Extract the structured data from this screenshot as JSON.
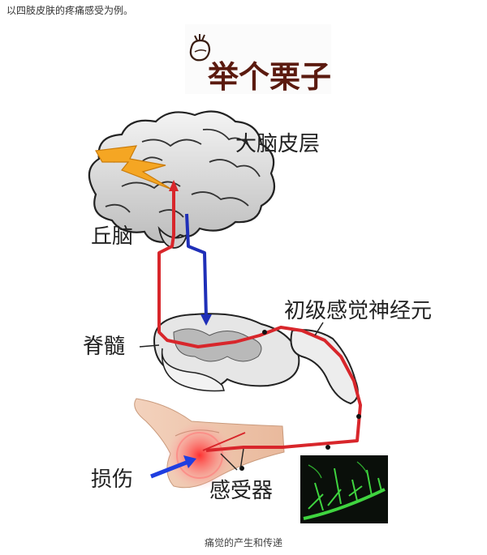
{
  "intro_text": "以四肢皮肤的疼痛感受为例。",
  "banner_text": "举个栗子",
  "labels": {
    "cortex": "大脑皮层",
    "thalamus": "丘脑",
    "neuron": "初级感觉神经元",
    "spinal_cord": "脊髓",
    "injury": "损伤",
    "receptor": "感受器"
  },
  "caption": "痛觉的产生和传递",
  "colors": {
    "pain_path": "#d8262b",
    "descending_path": "#1f2fb8",
    "injury_glow": "#ff5a5a",
    "lightning": "#f5a623",
    "micrograph_bg": "#0a0f0a",
    "micrograph_fiber": "#3fd43f"
  },
  "icons": [
    "lightning-icon",
    "chestnut-icon",
    "brain-illustration",
    "spinal-cord-cross-section",
    "arm-illustration",
    "micrograph-image"
  ]
}
